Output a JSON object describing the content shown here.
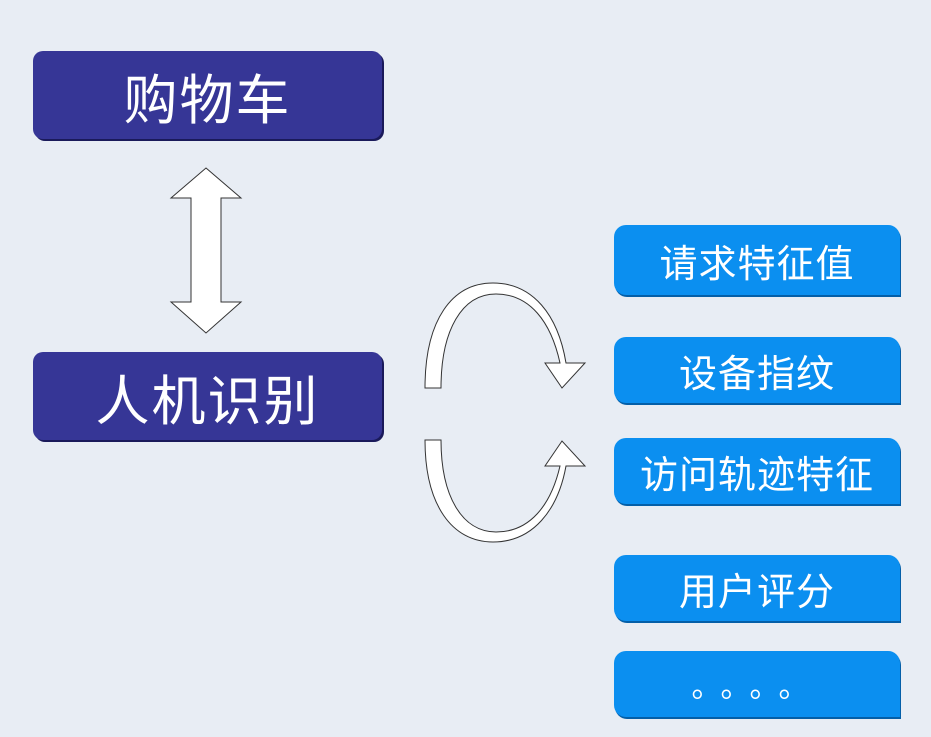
{
  "top_box": {
    "label": "购物车"
  },
  "middle_box": {
    "label": "人机识别"
  },
  "features": [
    {
      "label": "请求特征值"
    },
    {
      "label": "设备指纹"
    },
    {
      "label": "访问轨迹特征"
    },
    {
      "label": "用户评分"
    },
    {
      "label": "。。。。"
    }
  ],
  "colors": {
    "background": "#e8edf4",
    "dark_box": "#363696",
    "blue_box": "#0b8ff0",
    "arrow_stroke": "#333333"
  }
}
